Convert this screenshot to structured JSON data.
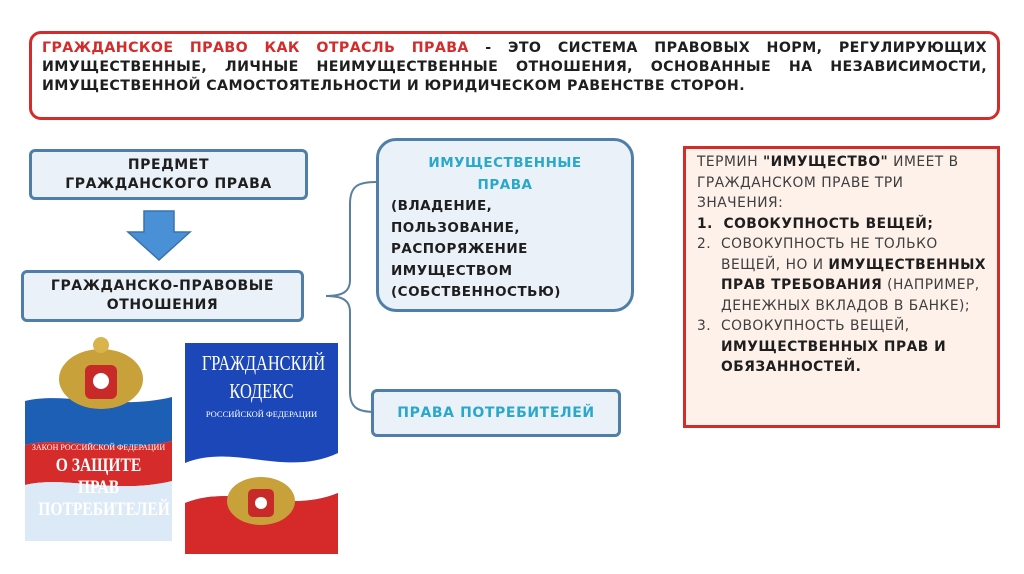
{
  "definition": {
    "term": "ГРАЖДАНСКОЕ ПРАВО КАК ОТРАСЛЬ ПРАВА",
    "text": " - ЭТО СИСТЕМА ПРАВОВЫХ НОРМ, РЕГУЛИРУЮЩИХ ИМУЩЕСТВЕННЫЕ, ЛИЧНЫЕ НЕИМУЩЕСТВЕННЫЕ ОТНОШЕНИЯ, ОСНОВАННЫЕ НА НЕЗАВИСИМОСТИ, ИМУЩЕСТВЕННОЙ САМОСТОЯТЕЛЬНОСТИ И ЮРИДИЧЕСКОМ РАВЕНСТВЕ СТОРОН."
  },
  "subject": {
    "line1": "ПРЕДМЕТ",
    "line2": "ГРАЖДАНСКОГО ПРАВА"
  },
  "relations": {
    "line1": "ГРАЖДАНСКО-ПРАВОВЫЕ",
    "line2": "ОТНОШЕНИЯ"
  },
  "property_rights": {
    "title_line1": "ИМУЩЕСТВЕННЫЕ",
    "title_line2": "ПРАВА",
    "items": [
      "(ВЛАДЕНИЕ,",
      "ПОЛЬЗОВАНИЕ,",
      "РАСПОРЯЖЕНИЕ",
      "ИМУЩЕСТВОМ",
      "(СОБСТВЕННОСТЬЮ)"
    ]
  },
  "consumer_rights": "ПРАВА ПОТРЕБИТЕЛЕЙ",
  "term_box": {
    "intro_pre": "ТЕРМИН ",
    "intro_term": "\"ИМУЩЕСТВО\"",
    "intro_post": " ИМЕЕТ В ГРАЖДАНСКОМ ПРАВЕ ТРИ ЗНАЧЕНИЯ:",
    "item1_num": "1.",
    "item1_bold": "СОВОКУПНОСТЬ ВЕЩЕЙ;",
    "item2_num": "2.",
    "item2_pre": "СОВОКУПНОСТЬ НЕ ТОЛЬКО ВЕЩЕЙ, НО И ",
    "item2_bold": "ИМУЩЕСТВЕННЫХ ПРАВ ТРЕБОВАНИЯ",
    "item2_post": " (НАПРИМЕР, ДЕНЕЖНЫХ ВКЛАДОВ В БАНКЕ);",
    "item3_num": "3.",
    "item3_pre": "СОВОКУПНОСТЬ ВЕЩЕЙ, ",
    "item3_bold": "ИМУЩЕСТВЕННЫХ ПРАВ И ОБЯЗАННОСТЕЙ."
  },
  "book1": {
    "top_label": "ЗАКОН РОССИЙСКОЙ ФЕДЕРАЦИИ",
    "title_line1": "О ЗАЩИТЕ ПРАВ",
    "title_line2": "ПОТРЕБИТЕЛЕЙ"
  },
  "book2": {
    "title_line1": "ГРАЖДАНСКИЙ",
    "title_line2": "КОДЕКС",
    "subtitle": "РОССИЙСКОЙ ФЕДЕРАЦИИ"
  },
  "colors": {
    "accent_red": "#d42b2b",
    "box_border_blue": "#4f7fa8",
    "title_cyan": "#2aa8c9",
    "arrow_blue": "#4a90d6"
  }
}
